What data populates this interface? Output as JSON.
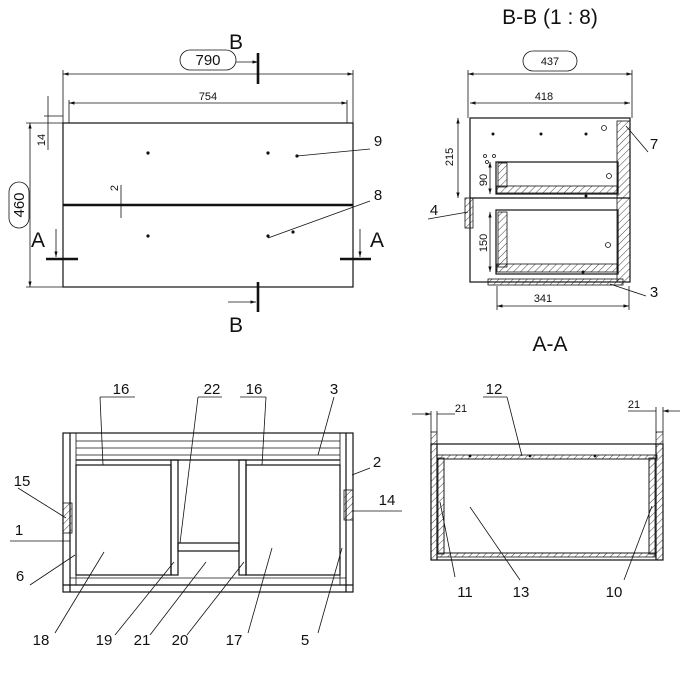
{
  "views": {
    "top": {
      "section_b_label": "B",
      "section_a_label": "A",
      "dims": {
        "overall_width": "790",
        "inner_width": "754",
        "height": "460",
        "top_gap": "14",
        "gap": "2"
      },
      "callouts": {
        "top_panel": "9",
        "bottom_panel": "8"
      }
    },
    "section_bb": {
      "title": "B-B (1 : 8)",
      "dims": {
        "depth_overall": "437",
        "depth_inner": "418",
        "h1": "215",
        "h2": "90",
        "h3": "150",
        "bottom_len": "341"
      },
      "callouts": {
        "rear": "7",
        "left": "4",
        "bottom": "3"
      }
    },
    "section_aa": {
      "title": "A-A",
      "callouts": {
        "c16a": "16",
        "c22": "22",
        "c16b": "16",
        "c3": "3",
        "c2": "2",
        "c15": "15",
        "c14": "14",
        "c1": "1",
        "c6": "6",
        "c18": "18",
        "c19": "19",
        "c21": "21",
        "c20": "20",
        "c17": "17",
        "c5": "5"
      }
    },
    "drawer": {
      "dims": {
        "left_thk": "21",
        "right_thk": "21"
      },
      "callouts": {
        "c12": "12",
        "c11": "11",
        "c13": "13",
        "c10": "10"
      }
    }
  }
}
